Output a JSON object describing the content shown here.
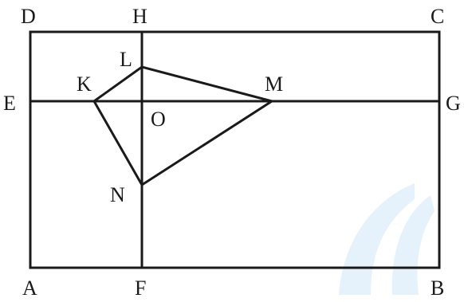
{
  "figure": {
    "labels": {
      "A": "A",
      "B": "B",
      "C": "C",
      "D": "D",
      "E": "E",
      "F": "F",
      "G": "G",
      "H": "H",
      "K": "K",
      "L": "L",
      "M": "M",
      "N": "N",
      "O": "O"
    },
    "watermark_icon": "feather-flame-watermark",
    "colors": {
      "line": "#1a1a1a",
      "watermark": "#cfe6f7"
    }
  }
}
